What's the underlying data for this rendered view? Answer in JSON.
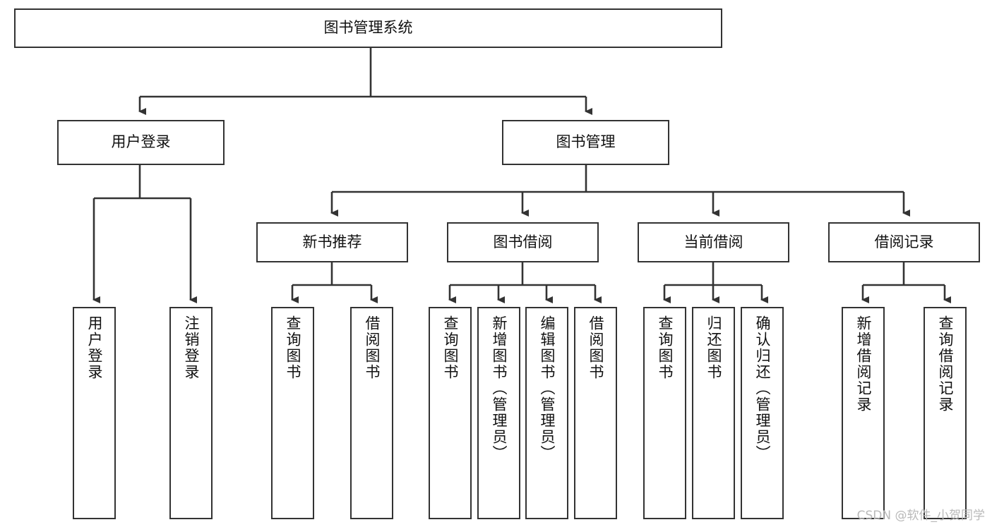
{
  "diagram": {
    "title": "图书管理系统",
    "type": "tree-hierarchy-chart",
    "root": {
      "id": "root",
      "label": "图书管理系统"
    },
    "level2": [
      {
        "id": "user-login",
        "label": "用户登录"
      },
      {
        "id": "book-manage",
        "label": "图书管理"
      }
    ],
    "level3": [
      {
        "id": "new-book-rec",
        "label": "新书推荐"
      },
      {
        "id": "book-borrow",
        "label": "图书借阅"
      },
      {
        "id": "current-borrow",
        "label": "当前借阅"
      },
      {
        "id": "borrow-record",
        "label": "借阅记录"
      }
    ],
    "leaves": {
      "user_login": [
        {
          "id": "leaf-user-login",
          "label": "用户登录"
        },
        {
          "id": "leaf-logout",
          "label": "注销登录"
        }
      ],
      "new_book_rec": [
        {
          "id": "leaf-query-book-1",
          "label": "查询图书"
        },
        {
          "id": "leaf-borrow-book-1",
          "label": "借阅图书"
        }
      ],
      "book_borrow": [
        {
          "id": "leaf-query-book-2",
          "label": "查询图书"
        },
        {
          "id": "leaf-add-book",
          "label": "新增图书（管理员）"
        },
        {
          "id": "leaf-edit-book",
          "label": "编辑图书（管理员）"
        },
        {
          "id": "leaf-borrow-book-2",
          "label": "借阅图书"
        }
      ],
      "current_borrow": [
        {
          "id": "leaf-query-book-3",
          "label": "查询图书"
        },
        {
          "id": "leaf-return-book",
          "label": "归还图书"
        },
        {
          "id": "leaf-confirm-return",
          "label": "确认归还（管理员）"
        }
      ],
      "borrow_record": [
        {
          "id": "leaf-add-record",
          "label": "新增借阅记录"
        },
        {
          "id": "leaf-query-record",
          "label": "查询借阅记录"
        }
      ]
    }
  },
  "watermark": {
    "text": "CSDN @软件_小贺同学"
  },
  "colors": {
    "background": "#ffffff",
    "border": "#333333",
    "text": "#111111",
    "connector": "#333333",
    "watermark": "#b9b9b9"
  }
}
